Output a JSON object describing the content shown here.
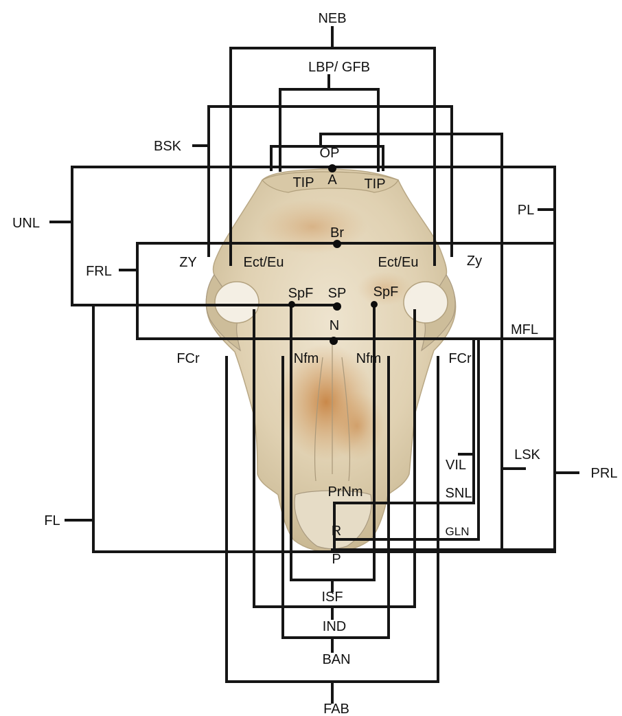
{
  "labels": {
    "neb": "NEB",
    "lbp_gfb": "LBP/ GFB",
    "bsk": "BSK",
    "op": "OP",
    "tip_left": "TIP",
    "tip_right": "TIP",
    "a": "A",
    "unl": "UNL",
    "pl": "PL",
    "br": "Br",
    "frl": "FRL",
    "zy_left": "ZY",
    "ect_eu_left": "Ect/Eu",
    "ect_eu_right": "Ect/Eu",
    "zy_right": "Zy",
    "spf_left": "SpF",
    "sp": "SP",
    "spf_right": "SpF",
    "n": "N",
    "mfl": "MFL",
    "fcr_left": "FCr",
    "nfm_left": "Nfm",
    "nfm_right": "Nfm",
    "fcr_right": "FCr",
    "vil": "VIL",
    "lsk": "LSK",
    "prl": "PRL",
    "prnm": "PrNm",
    "snl": "SNL",
    "fl": "FL",
    "r": "R",
    "gln": "GLN",
    "p": "P",
    "isf": "ISF",
    "ind": "IND",
    "ban": "BAN",
    "fab": "FAB"
  },
  "colors": {
    "line": "#151515",
    "bone_light": "#ece3cf",
    "bone_mid": "#d9c7a3",
    "bone_stain": "#c98a45",
    "bone_shadow": "#a99a80"
  }
}
